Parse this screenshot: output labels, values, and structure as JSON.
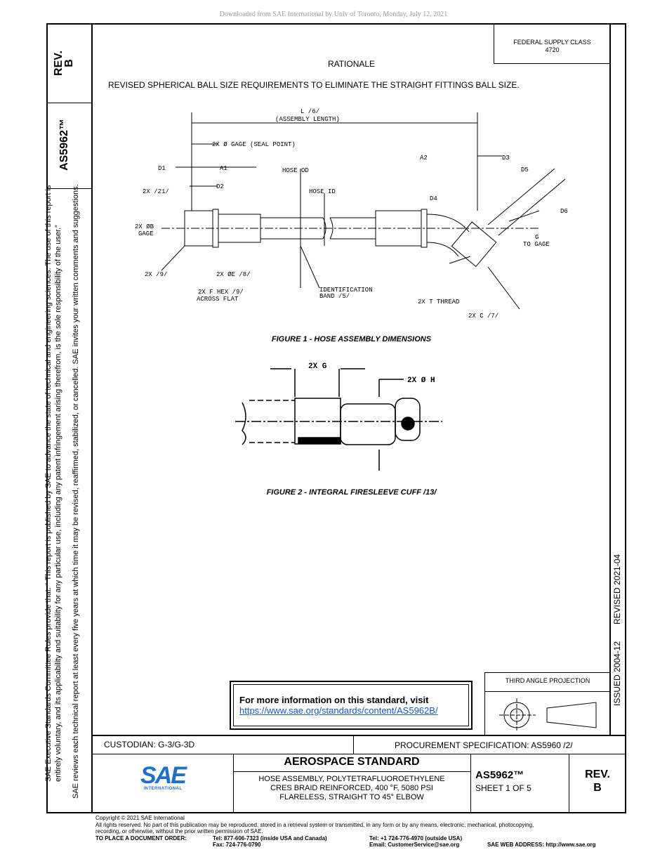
{
  "header": {
    "download_note": "Downloaded from SAE International by Univ of Toronto, Monday, July 12, 2021"
  },
  "side_panel": {
    "rev_label": "REV.",
    "rev_value": "B",
    "doc_number": "AS5962™",
    "notice_line1": "SAE Executive Standards Committee Rules provide that: “ This report is published by SAE to advance the state of technical and engineering sciences. The use of this report is",
    "notice_line2": "entirely voluntary, and its applicability and suitability for any particular use, including any patent infringement arising therefrom, is the sole responsibility of the user.”",
    "notice_line3": "SAE reviews each technical report at least every five years at which time it may be revised, reaffirmed, stabilized, or cancelled. SAE invites your written comments and suggestions."
  },
  "right_strip": {
    "issued": "ISSUED 2004-12",
    "revised": "REVISED 2021-04"
  },
  "federal_supply": {
    "line1": "FEDERAL SUPPLY CLASS",
    "line2": "4720"
  },
  "rationale": {
    "heading": "RATIONALE",
    "text": "REVISED SPHERICAL BALL SIZE REQUIREMENTS TO ELIMINATE THE STRAIGHT FITTINGS BALL SIZE."
  },
  "figure1": {
    "caption": "FIGURE 1 - HOSE ASSEMBLY DIMENSIONS",
    "labels": {
      "length": "L /6/",
      "assembly_length": "(ASSEMBLY LENGTH)",
      "gage": "2X Ø GAGE (SEAL POINT)",
      "d1": "D1",
      "a1": "A1",
      "hose_od": "HOSE OD",
      "a2": "A2",
      "d3": "D3",
      "d5": "D5",
      "d2": "D2",
      "hose_id": "HOSE ID",
      "d4": "D4",
      "d6": "D6",
      "two_x_21": "2X /21/",
      "b_gage": "2X ØB",
      "gage_word": "GAGE",
      "g_to_gage": "G",
      "to_gage": "TO GAGE",
      "two_x_9": "2X /9/",
      "e_8": "2X ØE /8/",
      "hex": "2X F HEX /9/",
      "across_flat": "ACROSS FLAT",
      "ident": "IDENTIFICATION",
      "band": "BAND /5/",
      "t_thread": "2X T THREAD",
      "c_7": "2X C /7/"
    }
  },
  "figure2": {
    "caption": "FIGURE 2 - INTEGRAL FIRESLEEVE CUFF /13/",
    "labels": {
      "g": "2X G",
      "h": "2X Ø H"
    }
  },
  "info_box": {
    "title": "For more information on this standard, visit",
    "link": "https://www.sae.org/standards/content/AS5962B/"
  },
  "projection": {
    "label": "THIRD ANGLE PROJECTION"
  },
  "title_block": {
    "custodian": "CUSTODIAN: G-3/G-3D",
    "procurement": "PROCUREMENT SPECIFICATION: AS5960 /2/",
    "logo_text": "SAE",
    "logo_sub": "INTERNATIONAL",
    "standard_type": "AEROSPACE STANDARD",
    "desc1": "HOSE ASSEMBLY, POLYTETRAFLUOROETHYLENE",
    "desc2": "CRES BRAID REINFORCED, 400 °F, 5080 PSI",
    "desc3": "FLARELESS, STRAIGHT TO 45° ELBOW",
    "doc_number": "AS5962™",
    "sheet": "SHEET 1 OF 5",
    "rev_label": "REV.",
    "rev_value": "B"
  },
  "footer": {
    "copyright": "Copyright © 2021 SAE International",
    "rights1": "All rights reserved. No part of this publication may be reproduced, stored in a retrieval system or transmitted, in any form or by any means, electronic, mechanical, photocopying,",
    "rights2": "recording, or otherwise, without the prior written permission of SAE.",
    "order_label": "TO PLACE A DOCUMENT ORDER:",
    "tel_us": "Tel: 877-606-7323 (inside USA and Canada)",
    "fax": "Fax: 724-776-0790",
    "tel_intl": "Tel: +1 724-776-4970 (outside USA)",
    "email": "Email: CustomerService@sae.org",
    "web": "SAE WEB ADDRESS: http://www.sae.org"
  },
  "colors": {
    "link": "#1a55c9",
    "logo_blue": "#1f6fcf"
  }
}
